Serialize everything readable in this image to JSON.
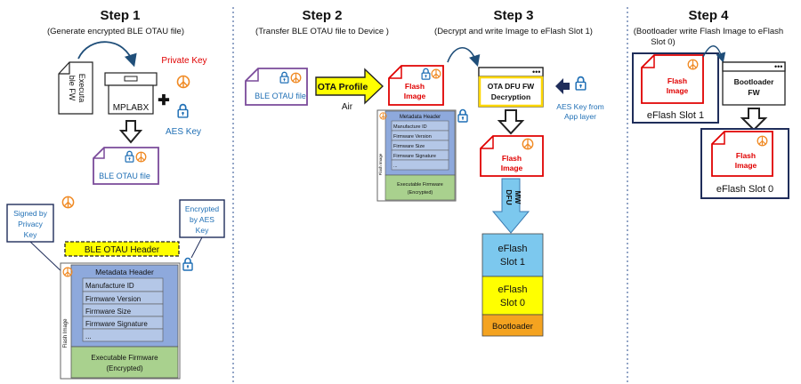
{
  "steps": [
    {
      "title": "Step 1",
      "subtitle": "(Generate encrypted BLE OTAU file)"
    },
    {
      "title": "Step 2",
      "subtitle": "(Transfer BLE OTAU file to Device )"
    },
    {
      "title": "Step 3",
      "subtitle": "(Decrypt and write Image to eFlash Slot 1)"
    },
    {
      "title": "Step 4",
      "subtitle_line1": "(Bootloader write Flash Image to eFlash",
      "subtitle_line2": "Slot 0)"
    }
  ],
  "step1": {
    "exec_fw_line1": "Executa",
    "exec_fw_line2": "ble FW",
    "mplabx": "MPLABX",
    "private_key": "Private Key",
    "aes_key": "AES Key",
    "ble_otau_file": "BLE OTAU file",
    "signed_line1": "Signed by",
    "signed_line2": "Privacy",
    "signed_line3": "Key",
    "encrypted_line1": "Encrypted",
    "encrypted_line2": "by AES",
    "encrypted_line3": "Key",
    "otau_header": "BLE OTAU Header",
    "metadata_header": "Metadata Header",
    "fields": [
      "Manufacture ID",
      "Firmware Version",
      "Firmware Size",
      "Firmware Signature",
      "..."
    ],
    "flash_image_side": "Flash Image",
    "exec_firmware": "Executable Firmware",
    "encrypted_paren": "(Encrypted)"
  },
  "step2": {
    "ble_otau_file": "BLE OTAU file",
    "ota_profile": "OTA Profile",
    "air": "Air"
  },
  "step3": {
    "flash_image_line1": "Flash",
    "flash_image_line2": "Image",
    "decrypt_line1": "OTA DFU FW",
    "decrypt_line2": "Decryption",
    "aes_from_line1": "AES Key from",
    "aes_from_line2": "App layer",
    "dfu_mw_line1": "DFU",
    "dfu_mw_line2": "MW",
    "metadata_header": "Metadata Header",
    "fields": [
      "Manufacture ID",
      "Firmware Version",
      "Firmware Size",
      "Firmware Signature",
      "..."
    ],
    "flash_image_side": "Flash Image",
    "exec_firmware": "Executable Firmware",
    "encrypted_paren": "(Encrypted)",
    "slot1_line1": "eFlash",
    "slot1_line2": "Slot 1",
    "slot0_line1": "eFlash",
    "slot0_line2": "Slot 0",
    "bootloader": "Bootloader"
  },
  "step4": {
    "flash_image_line1": "Flash",
    "flash_image_line2": "Image",
    "slot1": "eFlash Slot 1",
    "bootloader_line1": "Bootloader",
    "bootloader_line2": "FW",
    "slot0": "eFlash Slot 0"
  },
  "colors": {
    "red": "#e00000",
    "blue": "#1f6fb5",
    "purple": "#7a4a9a",
    "yellow": "#ffff00",
    "light_blue_slot": "#7cc8ee",
    "orange_boot": "#f4a320",
    "metadata_blue": "#8ea9dc",
    "firmware_green": "#a9d18e",
    "navy": "#1f2d5a"
  }
}
